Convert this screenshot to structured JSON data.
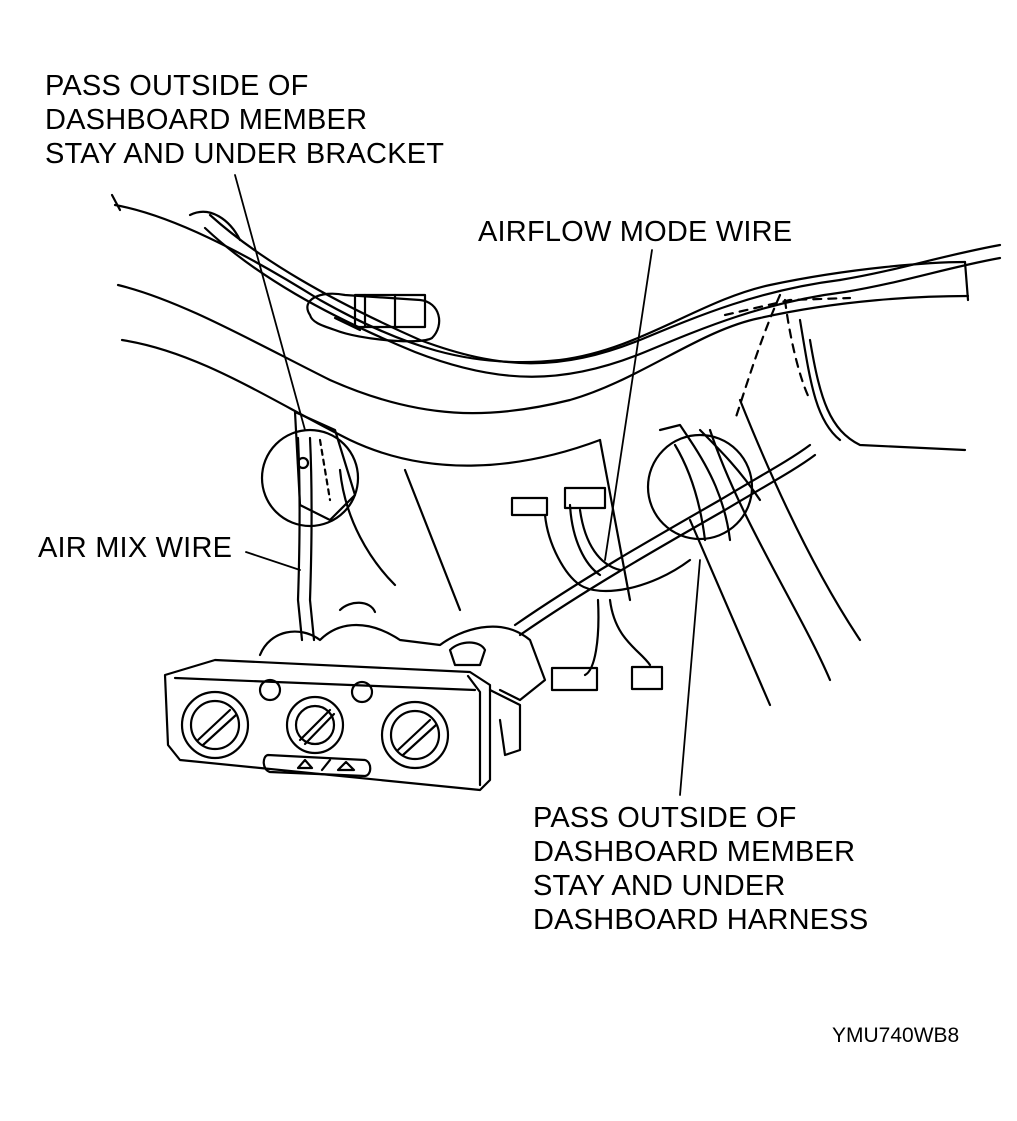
{
  "labels": {
    "top_callout": [
      "PASS OUTSIDE OF",
      "DASHBOARD MEMBER",
      "STAY AND UNDER BRACKET"
    ],
    "airflow_mode_wire": "AIRFLOW MODE WIRE",
    "air_mix_wire": "AIR MIX WIRE",
    "bottom_callout": [
      "PASS OUTSIDE OF",
      "DASHBOARD MEMBER",
      "STAY AND UNDER",
      "DASHBOARD HARNESS"
    ]
  },
  "figure_code": "YMU740WB8"
}
